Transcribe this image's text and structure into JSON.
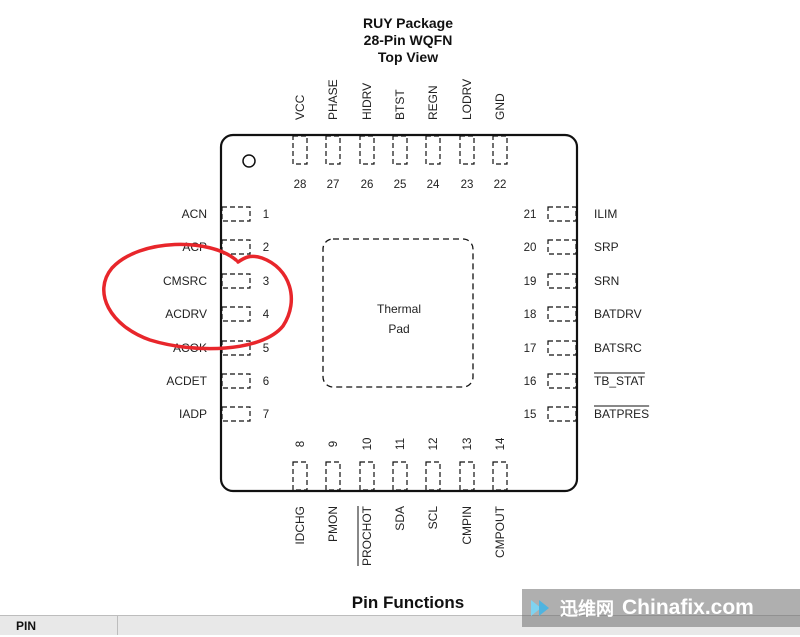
{
  "package": {
    "title_lines": [
      "RUY Package",
      "28-Pin WQFN",
      "Top View"
    ],
    "thermal_pad_lines": [
      "Thermal",
      "Pad"
    ]
  },
  "pins": {
    "left": [
      {
        "num": "1",
        "name": "ACN"
      },
      {
        "num": "2",
        "name": "ACP"
      },
      {
        "num": "3",
        "name": "CMSRC"
      },
      {
        "num": "4",
        "name": "ACDRV"
      },
      {
        "num": "5",
        "name": "ACOK"
      },
      {
        "num": "6",
        "name": "ACDET"
      },
      {
        "num": "7",
        "name": "IADP"
      }
    ],
    "bottom": [
      {
        "num": "8",
        "name": "IDCHG"
      },
      {
        "num": "9",
        "name": "PMON"
      },
      {
        "num": "10",
        "name": "PROCHOT",
        "overline": true
      },
      {
        "num": "11",
        "name": "SDA"
      },
      {
        "num": "12",
        "name": "SCL"
      },
      {
        "num": "13",
        "name": "CMPIN"
      },
      {
        "num": "14",
        "name": "CMPOUT"
      }
    ],
    "right": [
      {
        "num": "15",
        "name": "BATPRES",
        "overline": true
      },
      {
        "num": "16",
        "name": "TB_STAT",
        "overline": true
      },
      {
        "num": "17",
        "name": "BATSRC"
      },
      {
        "num": "18",
        "name": "BATDRV"
      },
      {
        "num": "19",
        "name": "SRN"
      },
      {
        "num": "20",
        "name": "SRP"
      },
      {
        "num": "21",
        "name": "ILIM"
      }
    ],
    "top": [
      {
        "num": "22",
        "name": "GND"
      },
      {
        "num": "23",
        "name": "LODRV"
      },
      {
        "num": "24",
        "name": "REGN"
      },
      {
        "num": "25",
        "name": "BTST"
      },
      {
        "num": "26",
        "name": "HIDRV"
      },
      {
        "num": "27",
        "name": "PHASE"
      },
      {
        "num": "28",
        "name": "VCC"
      }
    ]
  },
  "section_title": "Pin Functions",
  "table": {
    "first_header": "PIN"
  },
  "watermark": {
    "cn": "迅维网",
    "en": "Chinafix.com"
  },
  "colors": {
    "annotation": "#e8262b",
    "ink": "#111111"
  }
}
